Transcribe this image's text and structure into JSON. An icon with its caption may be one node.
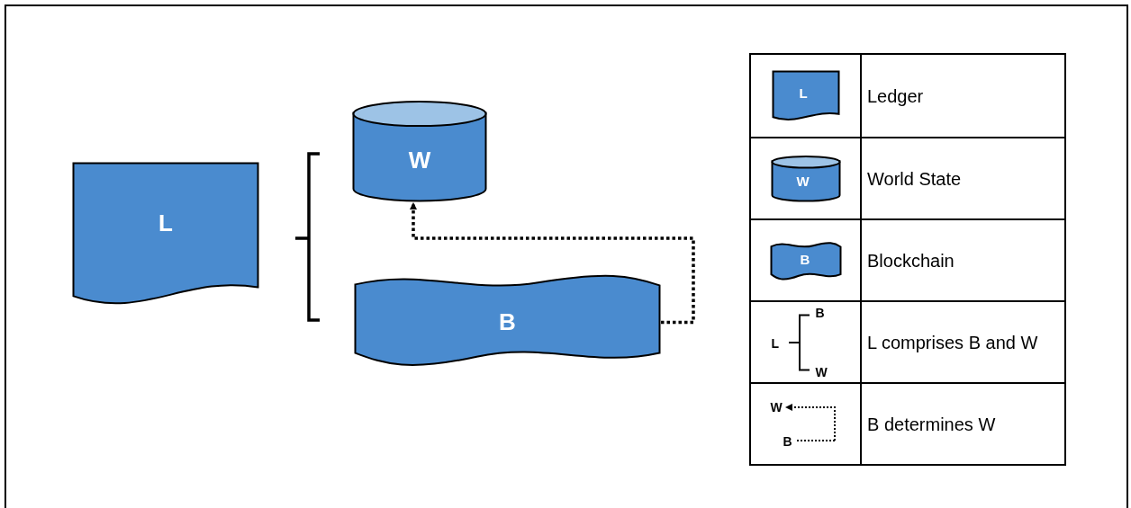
{
  "diagram": {
    "nodes": [
      {
        "text": [
          "L"
        ]
      },
      {
        "text": [
          "W"
        ]
      },
      {
        "text": [
          "B"
        ]
      }
    ],
    "edges": [
      {
        "from": 2,
        "to": 1,
        "arrow": "to",
        "style": "dashed"
      }
    ],
    "labels": [
      "L",
      "W",
      "B",
      "B",
      "L",
      "W",
      "W",
      "B"
    ],
    "legend": [
      {
        "text": "Ledger"
      },
      {
        "text": "World State"
      },
      {
        "text": "Blockchain"
      },
      {
        "text": "L comprises B and W"
      },
      {
        "text": "B determines W"
      }
    ]
  }
}
